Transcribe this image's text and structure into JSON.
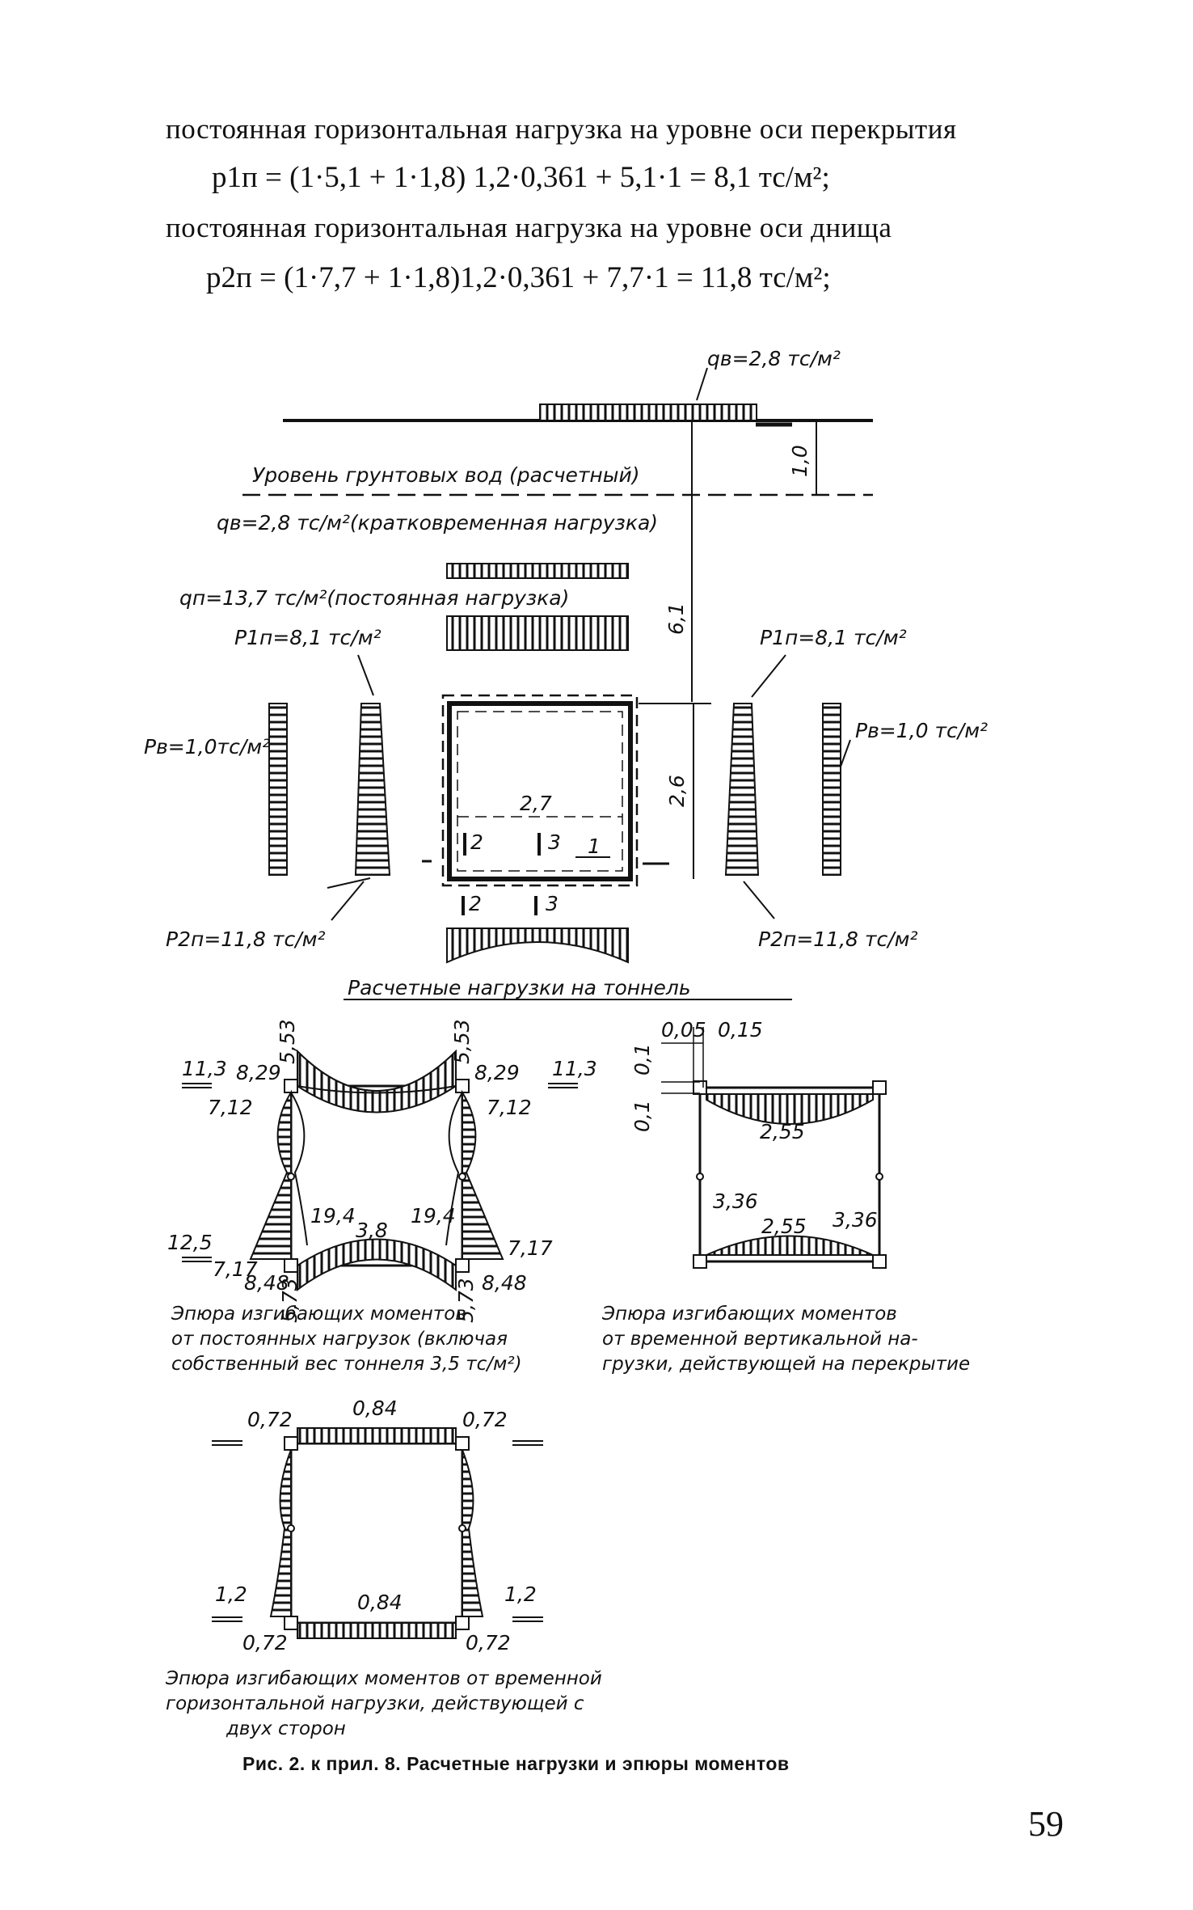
{
  "text": {
    "line1": "постоянная горизонтальная нагрузка на уровне оси перекрытия",
    "formula1": "p1п = (1·5,1 + 1·1,8) 1,2·0,361 + 5,1·1 = 8,1 тс/м²;",
    "line2": "постоянная горизонтальная нагрузка на уровне оси днища",
    "formula2": "p2п = (1·7,7 + 1·1,8)1,2·0,361 + 7,7·1 = 11,8 тс/м²;"
  },
  "figure": {
    "qv_top": "qв=2,8 тс/м²",
    "groundwater": "Уровень грунтовых вод (расчетный)",
    "qv_short": "qв=2,8 тс/м²(кратковременная нагрузка)",
    "qp_const": "qп=13,7 тс/м²(постоянная нагрузка)",
    "p1_left": "P1п=8,1 тс/м²",
    "p1_right": "P1п=8,1 тс/м²",
    "pv_left": "Pв=1,0тс/м²",
    "pv_right": "Pв=1,0 тс/м²",
    "p2_left": "P2п=11,8 тс/м²",
    "p2_right": "P2п=11,8 тс/м²",
    "dim_1_0": "1,0",
    "dim_6_1": "6,1",
    "dim_2_6": "2,6",
    "dim_2_7": "2,7",
    "sec_2": "2",
    "sec_3": "3",
    "sec_1": "1",
    "loads_title": "Расчетные нагрузки на тоннель"
  },
  "diagram1": {
    "v553a": "5,53",
    "v553b": "5,53",
    "v113a": "11,3",
    "v113b": "11,3",
    "v829a": "8,29",
    "v829b": "8,29",
    "v712a": "7,12",
    "v712b": "7,12",
    "v194a": "19,4",
    "v194b": "19,4",
    "v38": "3,8",
    "v125": "12,5",
    "v717a": "7,17",
    "v717b": "7,17",
    "v848a": "8,48",
    "v848b": "8,48",
    "v573a": "5,73",
    "v573b": "5,73",
    "caption1": "Эпюра изгибающих моментов",
    "caption2": "от постоянных нагрузок (включая",
    "caption3": "собственный вес тоннеля 3,5 тс/м²)"
  },
  "diagram2": {
    "v005": "0,05",
    "v015": "0,15",
    "v01a": "0,1",
    "v01b": "0,1",
    "v255a": "2,55",
    "v255b": "2,55",
    "v336a": "3,36",
    "v336b": "3,36",
    "caption1": "Эпюра изгибающих моментов",
    "caption2": "от временной вертикальной на-",
    "caption3": "грузки, действующей на перекрытие"
  },
  "diagram3": {
    "v072a": "0,72",
    "v084a": "0,84",
    "v072b": "0,72",
    "v12a": "1,2",
    "v084b": "0,84",
    "v12b": "1,2",
    "v072c": "0,72",
    "v072d": "0,72",
    "caption1": "Эпюра изгибающих моментов от временной",
    "caption2": "горизонтальной нагрузки, действующей с",
    "caption3": "двух сторон"
  },
  "caption": "Рис. 2. к прил. 8. Расчетные нагрузки и эпюры моментов",
  "page_number": "59"
}
